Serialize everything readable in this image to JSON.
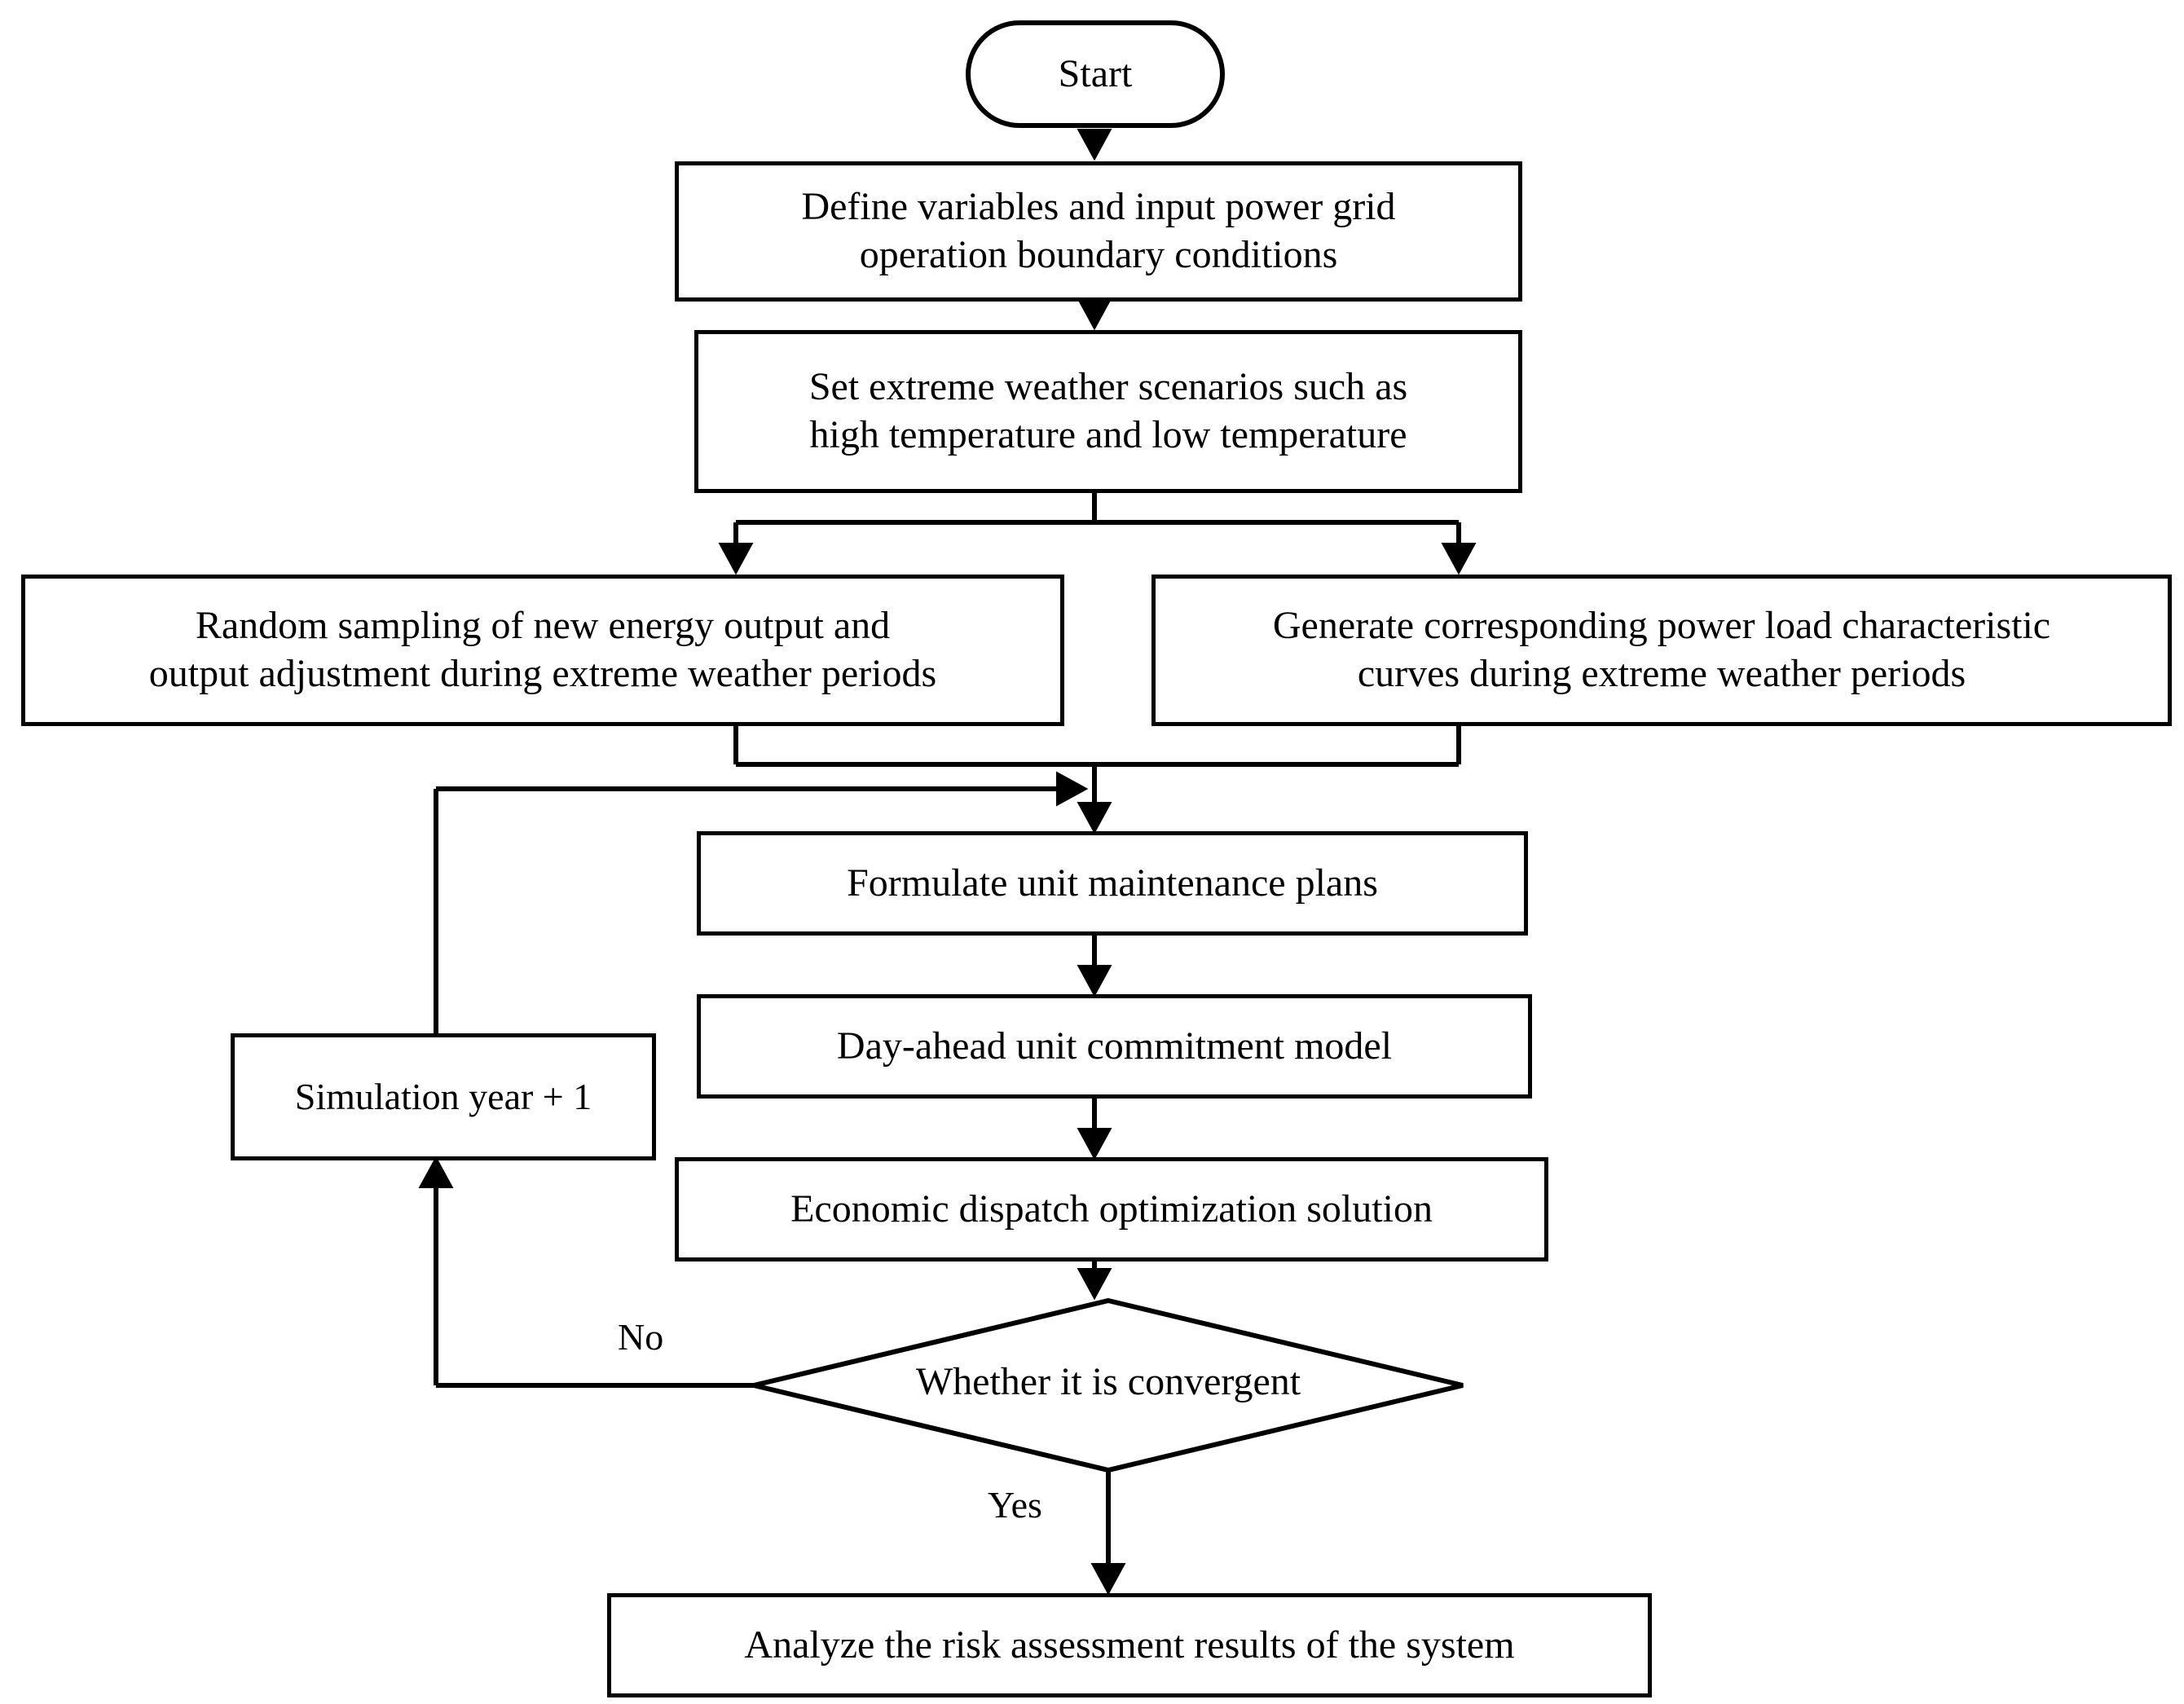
{
  "diagram": {
    "type": "flowchart",
    "title": "Power grid extreme-weather risk assessment simulation flow",
    "orientation": "top-to-bottom",
    "line_color": "#000000",
    "fill_color": "#ffffff",
    "text_color": "#000000"
  },
  "nodes": {
    "start": {
      "label": "Start",
      "shape": "terminator"
    },
    "define_variables": {
      "label": "Define variables and input power grid\noperation boundary conditions",
      "shape": "process"
    },
    "set_weather": {
      "label": "Set extreme weather scenarios such as\nhigh temperature and low temperature",
      "shape": "process"
    },
    "random_sampling": {
      "label": "Random sampling of new energy output and\noutput adjustment during extreme weather periods",
      "shape": "process"
    },
    "generate_curves": {
      "label": "Generate corresponding power load characteristic\ncurves during extreme weather periods",
      "shape": "process"
    },
    "maintenance_plans": {
      "label": "Formulate unit maintenance plans",
      "shape": "process"
    },
    "unit_commitment": {
      "label": "Day-ahead unit commitment model",
      "shape": "process"
    },
    "simulation_year": {
      "label": "Simulation year + 1",
      "shape": "process"
    },
    "economic_dispatch": {
      "label": "Economic dispatch optimization solution",
      "shape": "process"
    },
    "convergence_check": {
      "label": "Whether it is convergent",
      "shape": "decision"
    },
    "analyze_results": {
      "label": "Analyze the risk assessment results of the system",
      "shape": "process"
    }
  },
  "edge_labels": {
    "no": "No",
    "yes": "Yes"
  },
  "edges": [
    {
      "from": "start",
      "to": "define_variables",
      "label": ""
    },
    {
      "from": "define_variables",
      "to": "set_weather",
      "label": ""
    },
    {
      "from": "set_weather",
      "to": "random_sampling",
      "label": ""
    },
    {
      "from": "set_weather",
      "to": "generate_curves",
      "label": ""
    },
    {
      "from": "random_sampling",
      "to": "maintenance_plans",
      "label": ""
    },
    {
      "from": "generate_curves",
      "to": "maintenance_plans",
      "label": ""
    },
    {
      "from": "maintenance_plans",
      "to": "unit_commitment",
      "label": ""
    },
    {
      "from": "unit_commitment",
      "to": "economic_dispatch",
      "label": ""
    },
    {
      "from": "economic_dispatch",
      "to": "convergence_check",
      "label": ""
    },
    {
      "from": "convergence_check",
      "to": "simulation_year",
      "label": "No"
    },
    {
      "from": "simulation_year",
      "to": "maintenance_plans",
      "label": ""
    },
    {
      "from": "convergence_check",
      "to": "analyze_results",
      "label": "Yes"
    }
  ]
}
